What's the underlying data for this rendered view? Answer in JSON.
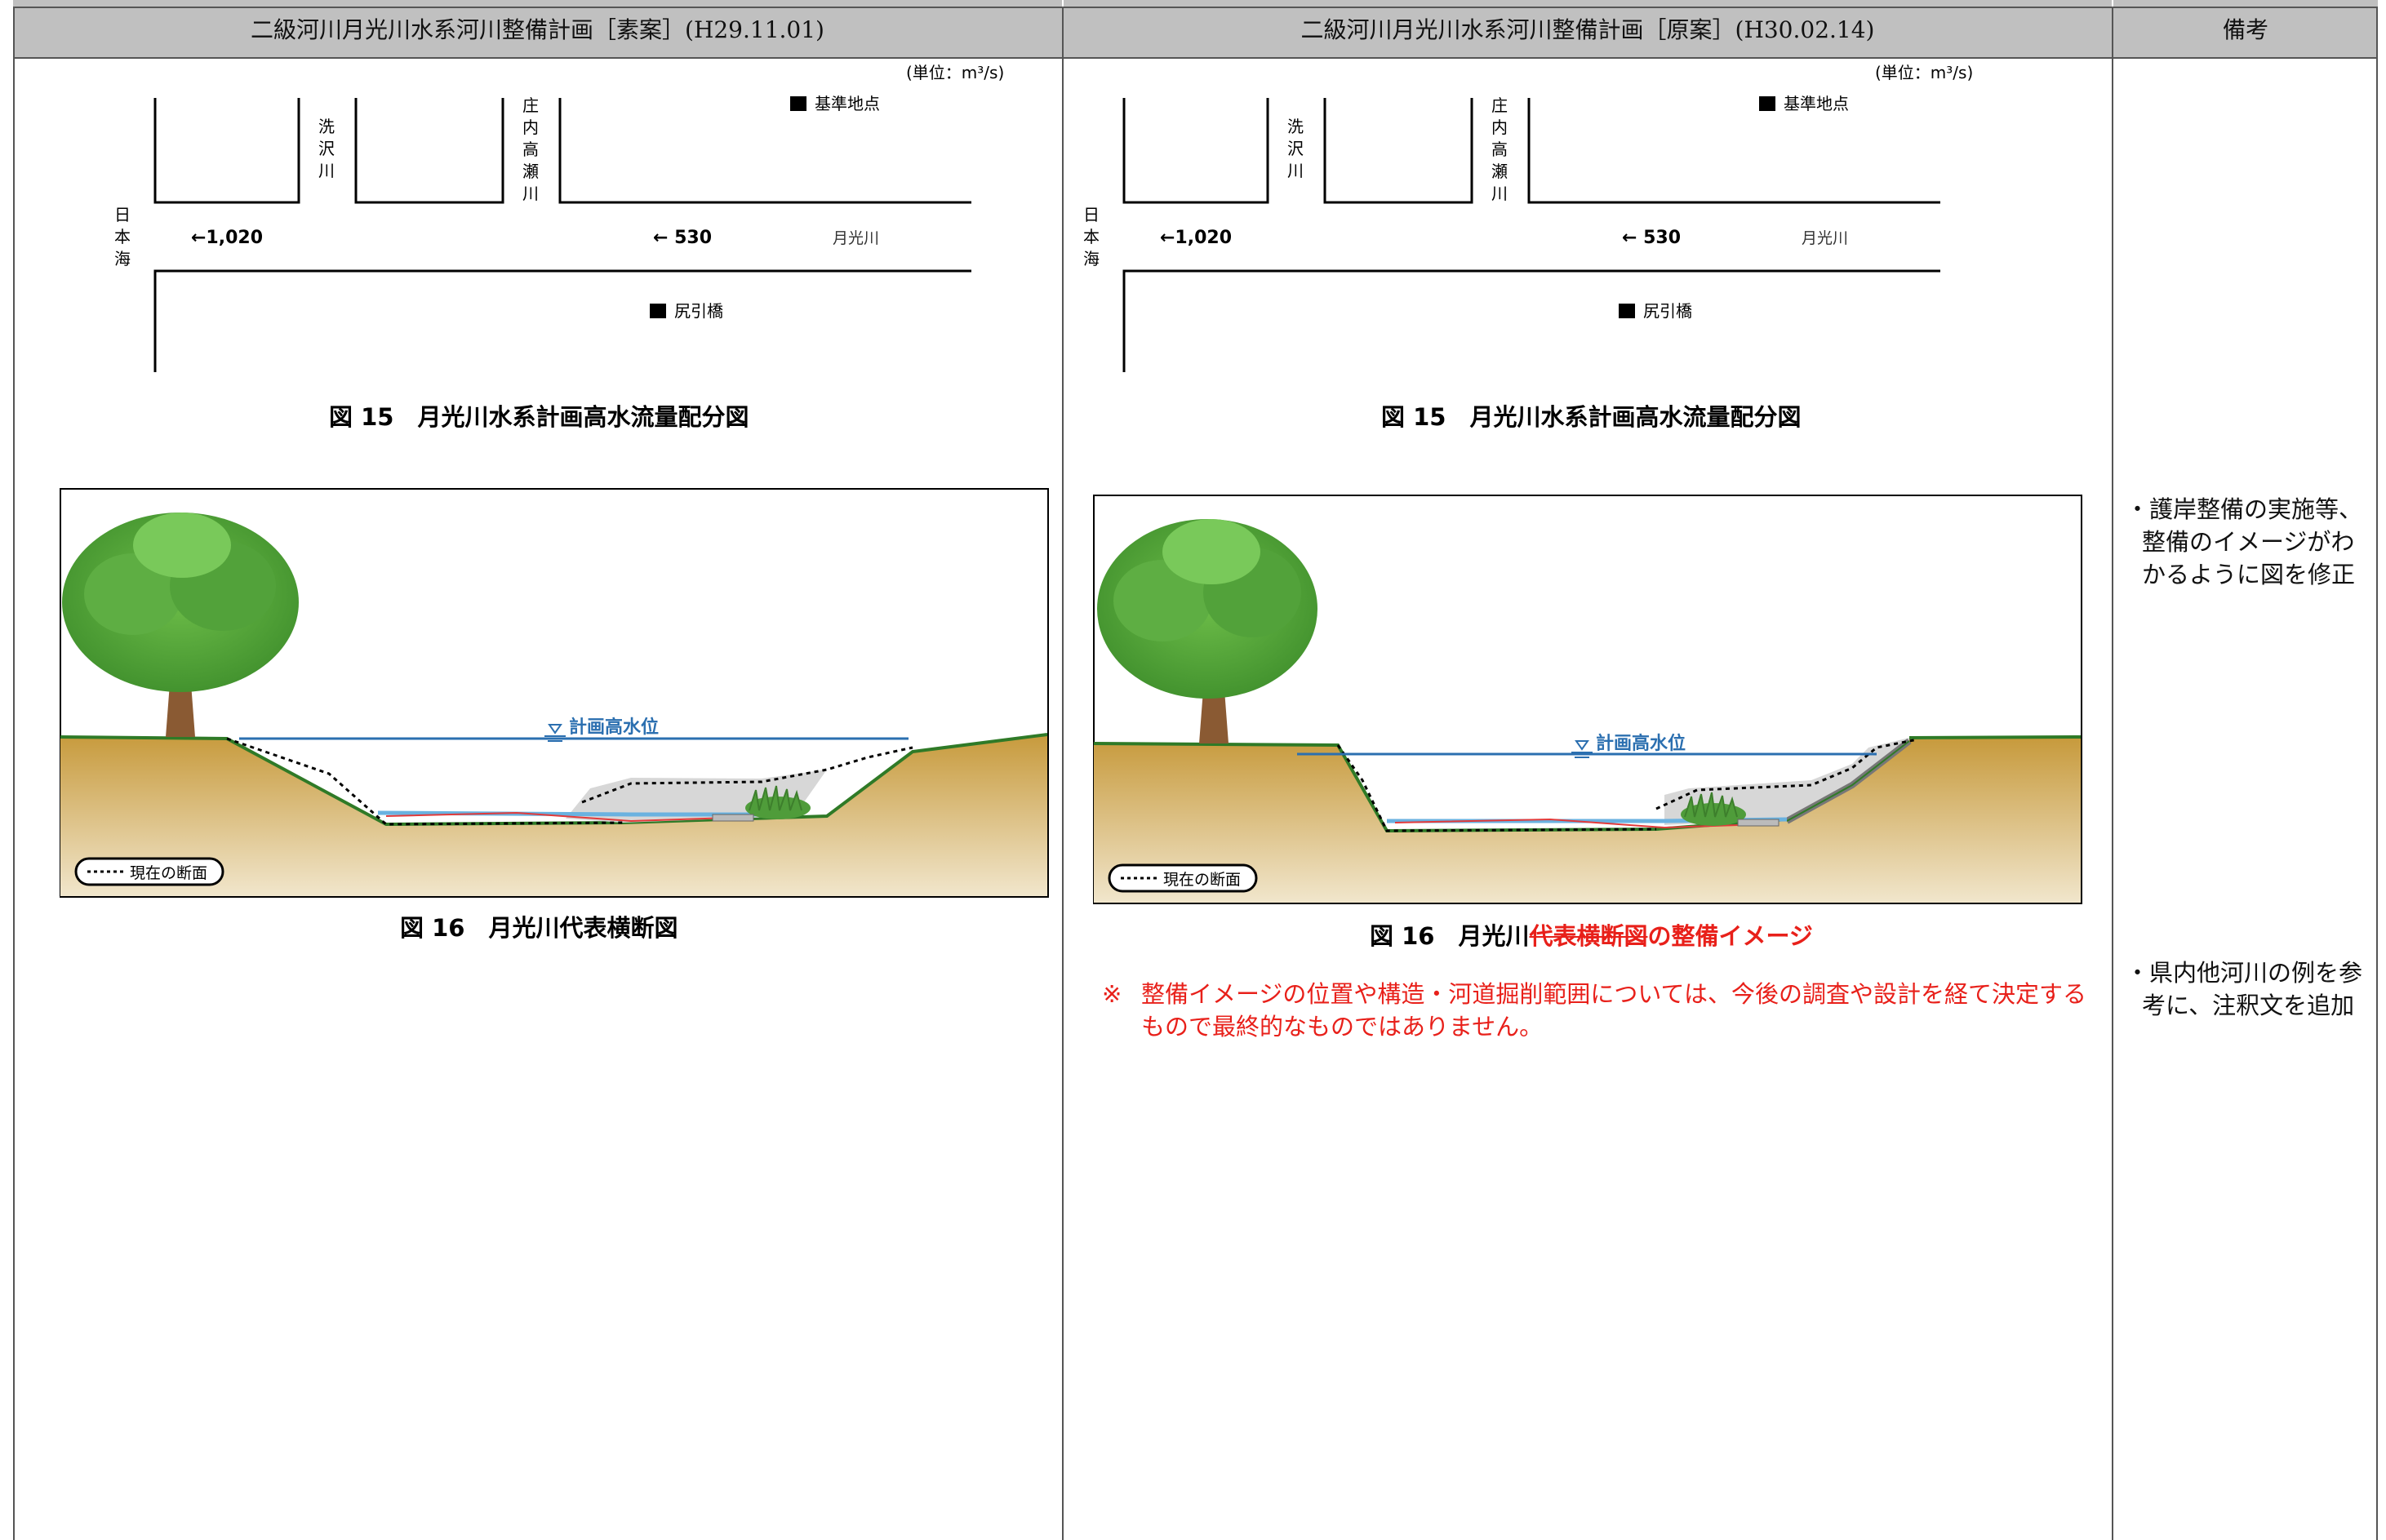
{
  "headers": {
    "left": "二級河川月光川水系河川整備計画［素案］(H29.11.01)",
    "middle": "二級河川月光川水系河川整備計画［原案］(H30.02.14)",
    "right": "備考"
  },
  "flow_diagram": {
    "unit": "(単位：m³/s)",
    "legend_base_point": "基準地点",
    "sea": [
      "日",
      "本",
      "海"
    ],
    "arai_river": [
      "洗",
      "沢",
      "川"
    ],
    "shonai_river": [
      "庄",
      "内",
      "高",
      "瀬",
      "川"
    ],
    "flow_downstream": "←1,020",
    "flow_upstream": "← 530",
    "main_river": "月光川",
    "bridge": "尻引橋"
  },
  "left": {
    "fig15_caption": "図 15　月光川水系計画高水流量配分図",
    "fig16_caption": "図 16　月光川代表横断図",
    "hwl_label": "計画高水位",
    "legend_current": "現在の断面"
  },
  "middle": {
    "fig15_caption": "図 15　月光川水系計画高水流量配分図",
    "fig16_prefix": "図 16　月光川",
    "fig16_struck": "代表横断図",
    "fig16_added": "の整備イメージ",
    "hwl_label": "計画高水位",
    "legend_current": "現在の断面",
    "note_mark": "※",
    "note_line1": "整備イメージの位置や構造・河道掘削範囲については、今後の調査や設計を経て決定する",
    "note_line2": "もので最終的なものではありません。"
  },
  "remarks": {
    "remark1": [
      "・護岸整備の実施等、",
      "整備のイメージがわ",
      "かるように図を修正"
    ],
    "remark2": [
      "・県内他河川の例を参",
      "考に、注釈文を追加"
    ]
  }
}
